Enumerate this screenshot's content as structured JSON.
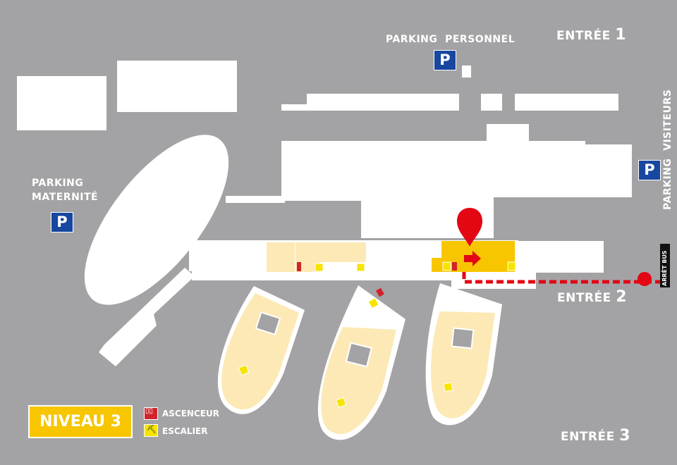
{
  "labels": {
    "parking_personnel": "PARKING  PERSONNEL",
    "entree_word": "ENTRÉE",
    "entree1_num": "1",
    "entree2_num": "2",
    "entree3_num": "3",
    "parking_maternite_line1": "PARKING",
    "parking_maternite_line2": "MATERNITÉ",
    "parking_visiteurs": "PARKING  VISITEURS",
    "arret_bus": "ARRÊT BUS",
    "p_symbol": "P"
  },
  "legend": {
    "niveau": "NIVEAU 3",
    "ascenseur": "ASCENCEUR",
    "escalier": "ESCALIER"
  },
  "colors": {
    "background": "#a3a3a5",
    "building": "#ffffff",
    "wing": "#fde9b6",
    "highlight": "#f7c600",
    "parking_blue": "#17479e",
    "route_red": "#e30613",
    "elevator_red": "#d2232a",
    "stairs_yellow": "#f7e400"
  }
}
